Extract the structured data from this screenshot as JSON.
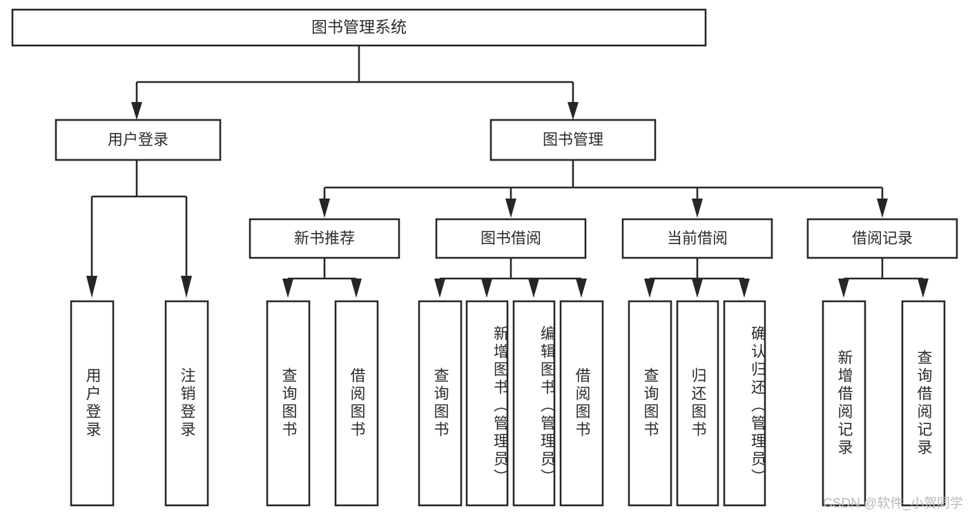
{
  "diagram": {
    "type": "tree-flowchart",
    "title": "图书管理系统",
    "orientation": "top-down",
    "watermark": "CSDN @软件_小贺同学",
    "colors": {
      "background": "#ffffff",
      "box_fill": "#ffffff",
      "box_stroke": "#262626",
      "text": "#2b2b2b",
      "watermark_text": "#b9b9b9"
    },
    "levels": {
      "root": {
        "label": "图书管理系统"
      },
      "level2": [
        {
          "label": "用户登录"
        },
        {
          "label": "图书管理"
        }
      ],
      "level3": [
        {
          "label": "新书推荐"
        },
        {
          "label": "图书借阅"
        },
        {
          "label": "当前借阅"
        },
        {
          "label": "借阅记录"
        }
      ]
    },
    "leaves": {
      "user_login": [
        {
          "label": "用户登录"
        },
        {
          "label": "注销登录"
        }
      ],
      "new_book_recommend": [
        {
          "label": "查询图书"
        },
        {
          "label": "借阅图书"
        }
      ],
      "book_borrow": [
        {
          "label": "查询图书"
        },
        {
          "label": "新增图书（管理员）"
        },
        {
          "label": "编辑图书（管理员）"
        },
        {
          "label": "借阅图书"
        }
      ],
      "current_borrow": [
        {
          "label": "查询图书"
        },
        {
          "label": "归还图书"
        },
        {
          "label": "确认归还（管理员）"
        }
      ],
      "borrow_record": [
        {
          "label": "新增借阅记录"
        },
        {
          "label": "查询借阅记录"
        }
      ]
    }
  }
}
